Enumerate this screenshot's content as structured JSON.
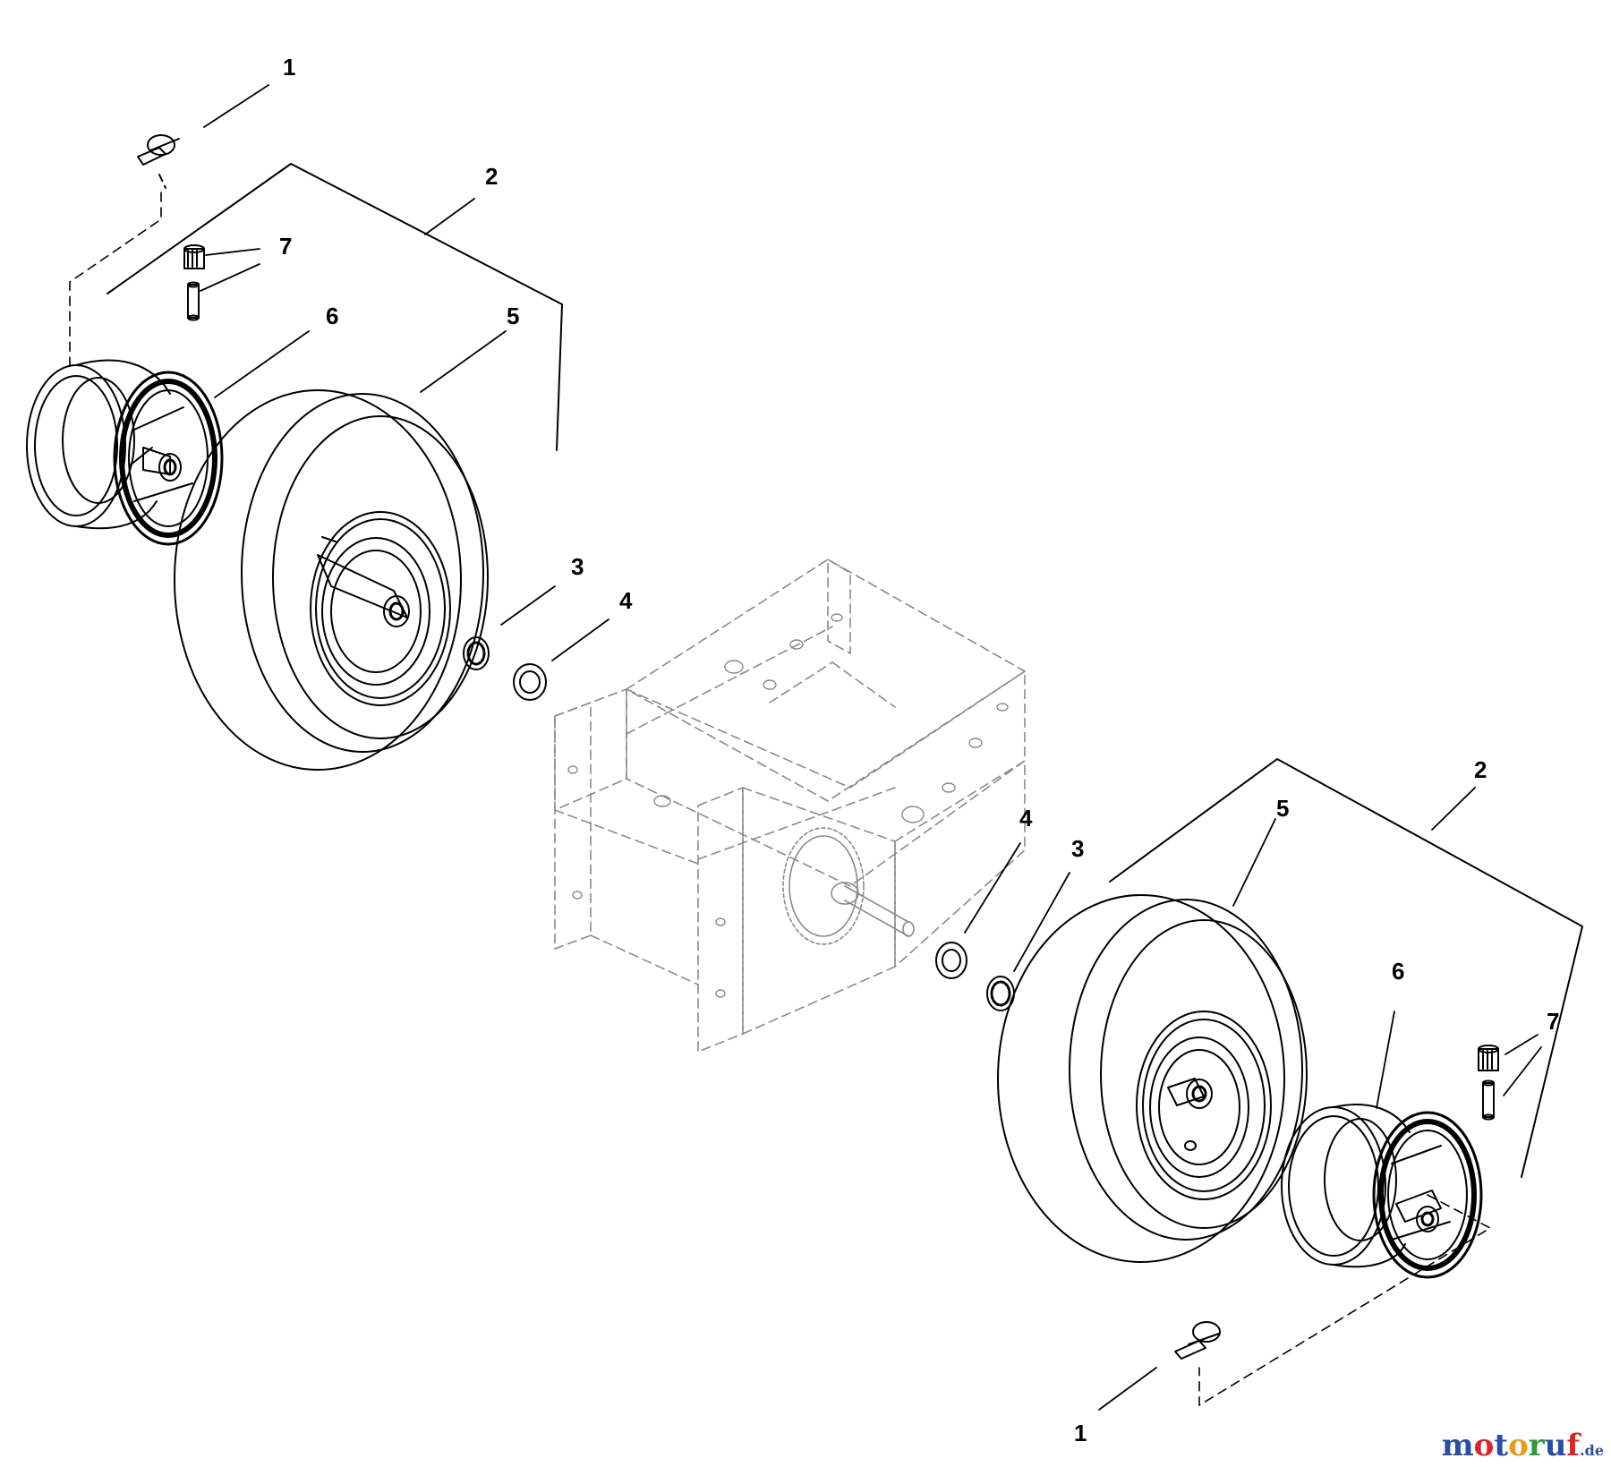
{
  "callouts": {
    "left": {
      "c1": "1",
      "c2": "2",
      "c3": "3",
      "c4": "4",
      "c5": "5",
      "c6": "6",
      "c7": "7"
    },
    "right": {
      "c1": "1",
      "c2": "2",
      "c3": "3",
      "c4": "4",
      "c5": "5",
      "c6": "6",
      "c7": "7"
    }
  },
  "watermark": {
    "parts": [
      "m",
      "o",
      "t",
      "o",
      "r",
      "u",
      "f"
    ],
    "suffix": ".de",
    "colors": [
      "#2a4fa0",
      "#d8242a",
      "#2a4fa0",
      "#e89a1c",
      "#2a9a3c",
      "#2a4fa0",
      "#d8242a"
    ]
  }
}
